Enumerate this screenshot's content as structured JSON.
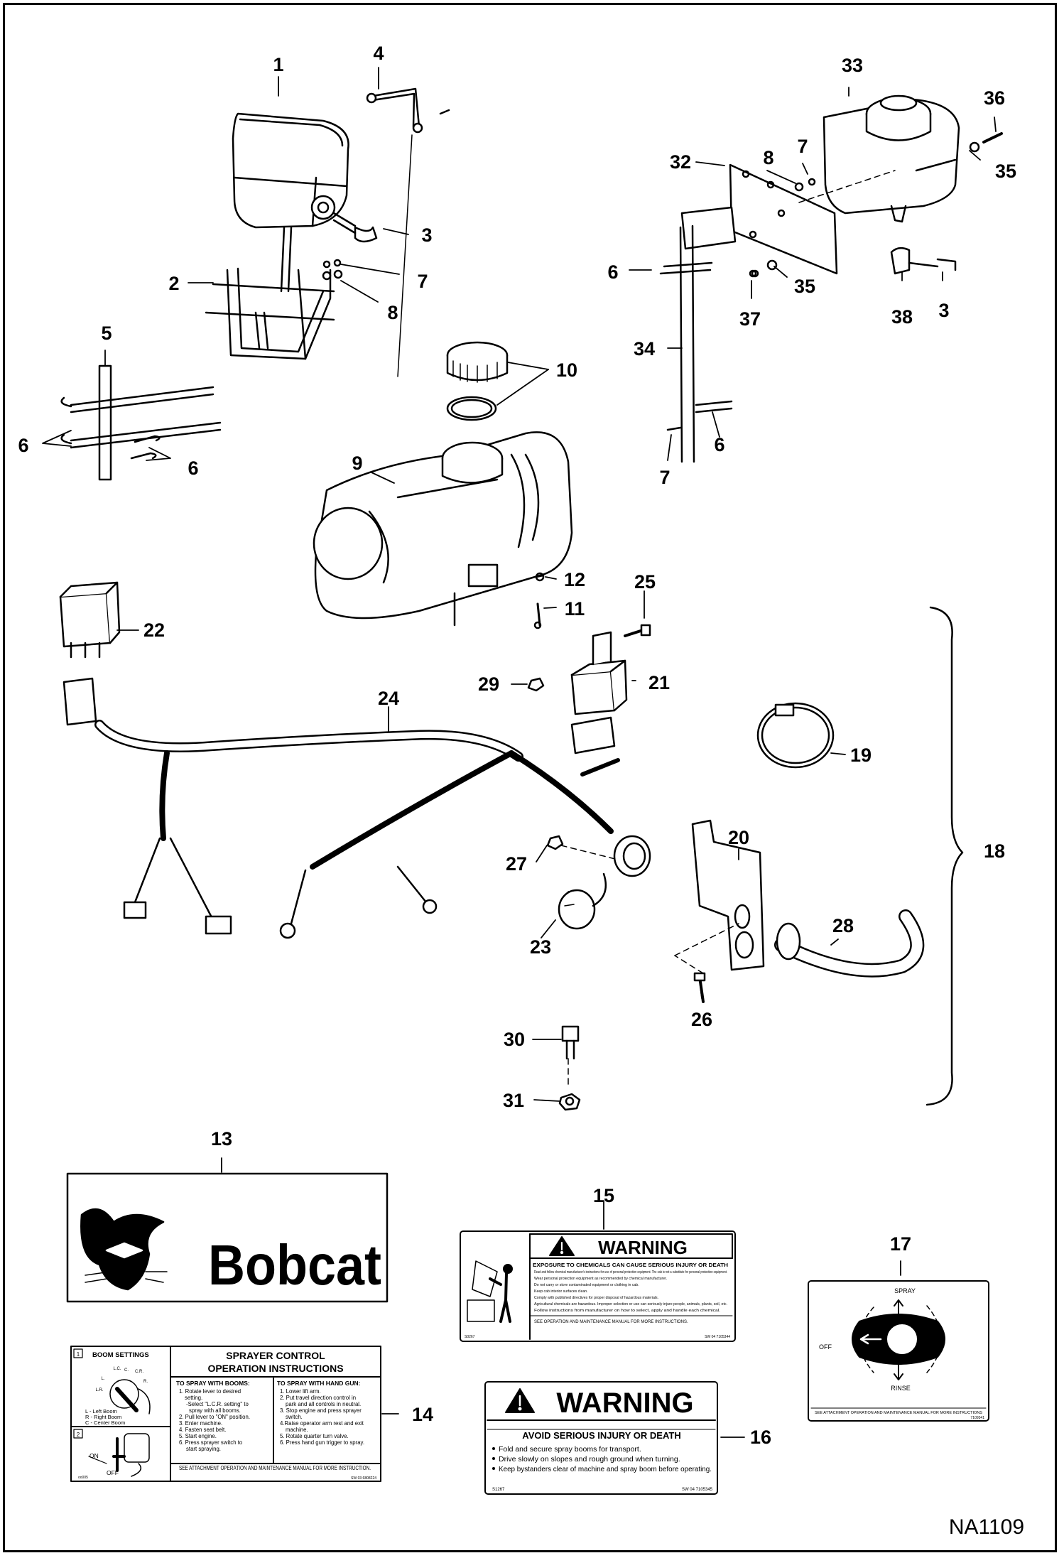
{
  "callouts": {
    "c1": "1",
    "c2": "2",
    "c3a": "3",
    "c3b": "3",
    "c4": "4",
    "c5": "5",
    "c6a": "6",
    "c6b": "6",
    "c6c": "6",
    "c6d": "6",
    "c7a": "7",
    "c7b": "7",
    "c7c": "7",
    "c8a": "8",
    "c8b": "8",
    "c9": "9",
    "c10": "10",
    "c11": "11",
    "c12": "12",
    "c13": "13",
    "c14": "14",
    "c15": "15",
    "c16": "16",
    "c17": "17",
    "c18": "18",
    "c19": "19",
    "c20": "20",
    "c21": "21",
    "c22": "22",
    "c23": "23",
    "c24": "24",
    "c25": "25",
    "c26": "26",
    "c27": "27",
    "c28": "28",
    "c29": "29",
    "c30": "30",
    "c31": "31",
    "c32": "32",
    "c33": "33",
    "c34": "34",
    "c35a": "35",
    "c35b": "35",
    "c36": "36",
    "c37": "37",
    "c38": "38"
  },
  "decal_13": {
    "brand": "Bobcat"
  },
  "decal_14": {
    "box1_num": "1",
    "box1_title": "BOOM SETTINGS",
    "dial_letters": [
      "L.C.",
      "C.",
      "C.R.",
      "L.",
      "R.",
      "L.R."
    ],
    "legend": [
      "L -  Left Boom",
      "R -  Right Boom",
      "C -  Center Boom"
    ],
    "box2_num": "2",
    "on": "ON",
    "off": "OFF",
    "code_left": "oo005",
    "title_line1": "SPRAYER CONTROL",
    "title_line2": "OPERATION INSTRUCTIONS",
    "col1_head": "TO SPRAY WITH BOOMS:",
    "col1_lines": [
      "1. Rotate lever to desired",
      "setting.",
      "-Select \"L.C.R. setting\" to",
      "spray with all booms.",
      "2. Pull lever to \"ON\" position.",
      "3. Enter machine.",
      "4. Fasten seat belt.",
      "5. Start engine.",
      "6. Press sprayer switch to",
      "start spraying."
    ],
    "col2_head": "TO SPRAY WITH HAND GUN:",
    "col2_lines": [
      "1. Lower lift arm.",
      "2. Put travel direction control in",
      "park and all controls in neutral.",
      "3. Stop engine and press sprayer",
      "switch.",
      "4.Raise operator arm rest and exit",
      "machine.",
      "5. Rotate quarter turn valve.",
      "6. Press hand gun trigger to spray."
    ],
    "footer": "SEE ATTACHMENT OPERATION AND MAINTENANCE MANUAL FOR MORE INSTRUCTION.",
    "part_no": "SW 03 6808224"
  },
  "decal_15": {
    "signal": "WARNING",
    "headline": "EXPOSURE TO CHEMICALS CAN CAUSE SERIOUS INJURY OR DEATH",
    "bullets": [
      "Read and follow chemical manufacturer's instructions for use of personal protection equipment. The cab is not a substitute for personal protection equipment.",
      "Wear personal protection equipment as recommended by chemical manufacturer.",
      "Do not carry or store contaminated equipment or clothing in cab.",
      "Keep cab interior surfaces clean.",
      "Comply with published directives for proper disposal of hazardous materials.",
      "Agricultural chemicals are hazardous. Improper selection or use can seriously injure people, animals, plants, soil, etc.",
      "Follow instructions from manufacturer on how to select, apply and handle each chemical."
    ],
    "footer": "SEE OPERATION AND MAINTENANCE MANUAL FOR MORE INSTRUCTIONS.",
    "code_left": "S0267",
    "part_no": "SW 04 7105344"
  },
  "decal_16": {
    "signal": "WARNING",
    "headline": "AVOID SERIOUS INJURY OR DEATH",
    "bullets": [
      "Fold and secure spray booms for transport.",
      "Drive slowly on slopes and rough ground when turning.",
      "Keep bystanders clear of machine and spray boom before operating."
    ],
    "code_left": "S1267",
    "part_no": "SW 04 7105345"
  },
  "decal_17": {
    "spray": "SPRAY",
    "off": "OFF",
    "rinse": "RINSE",
    "footer": "SEE ATTACHMENT OPERATION AND MAINTENANCE MANUAL FOR MORE INSTRUCTIONS",
    "part_no": "7109341"
  },
  "figure_ref": "NA1109"
}
